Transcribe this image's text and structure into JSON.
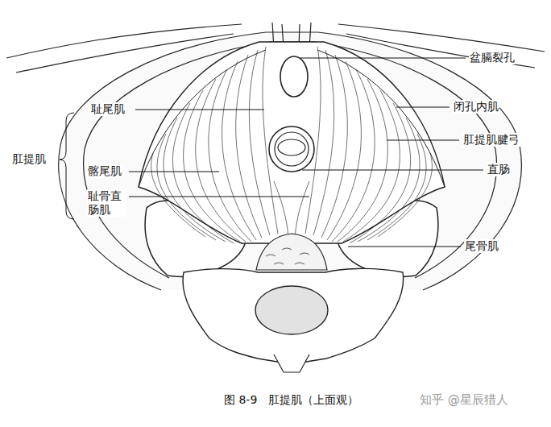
{
  "diagram": {
    "caption": "图 8-9　肛提肌（上面观）",
    "labels": [
      "盆膈裂孔",
      "耻尾肌",
      "闭孔内肌",
      "肛提肌腱弓",
      "肛提肌",
      "髂尾肌",
      "直肠",
      "耻骨直 肠肌",
      "尾骨肌",
      "知乎 @星辰猎人"
    ]
  }
}
